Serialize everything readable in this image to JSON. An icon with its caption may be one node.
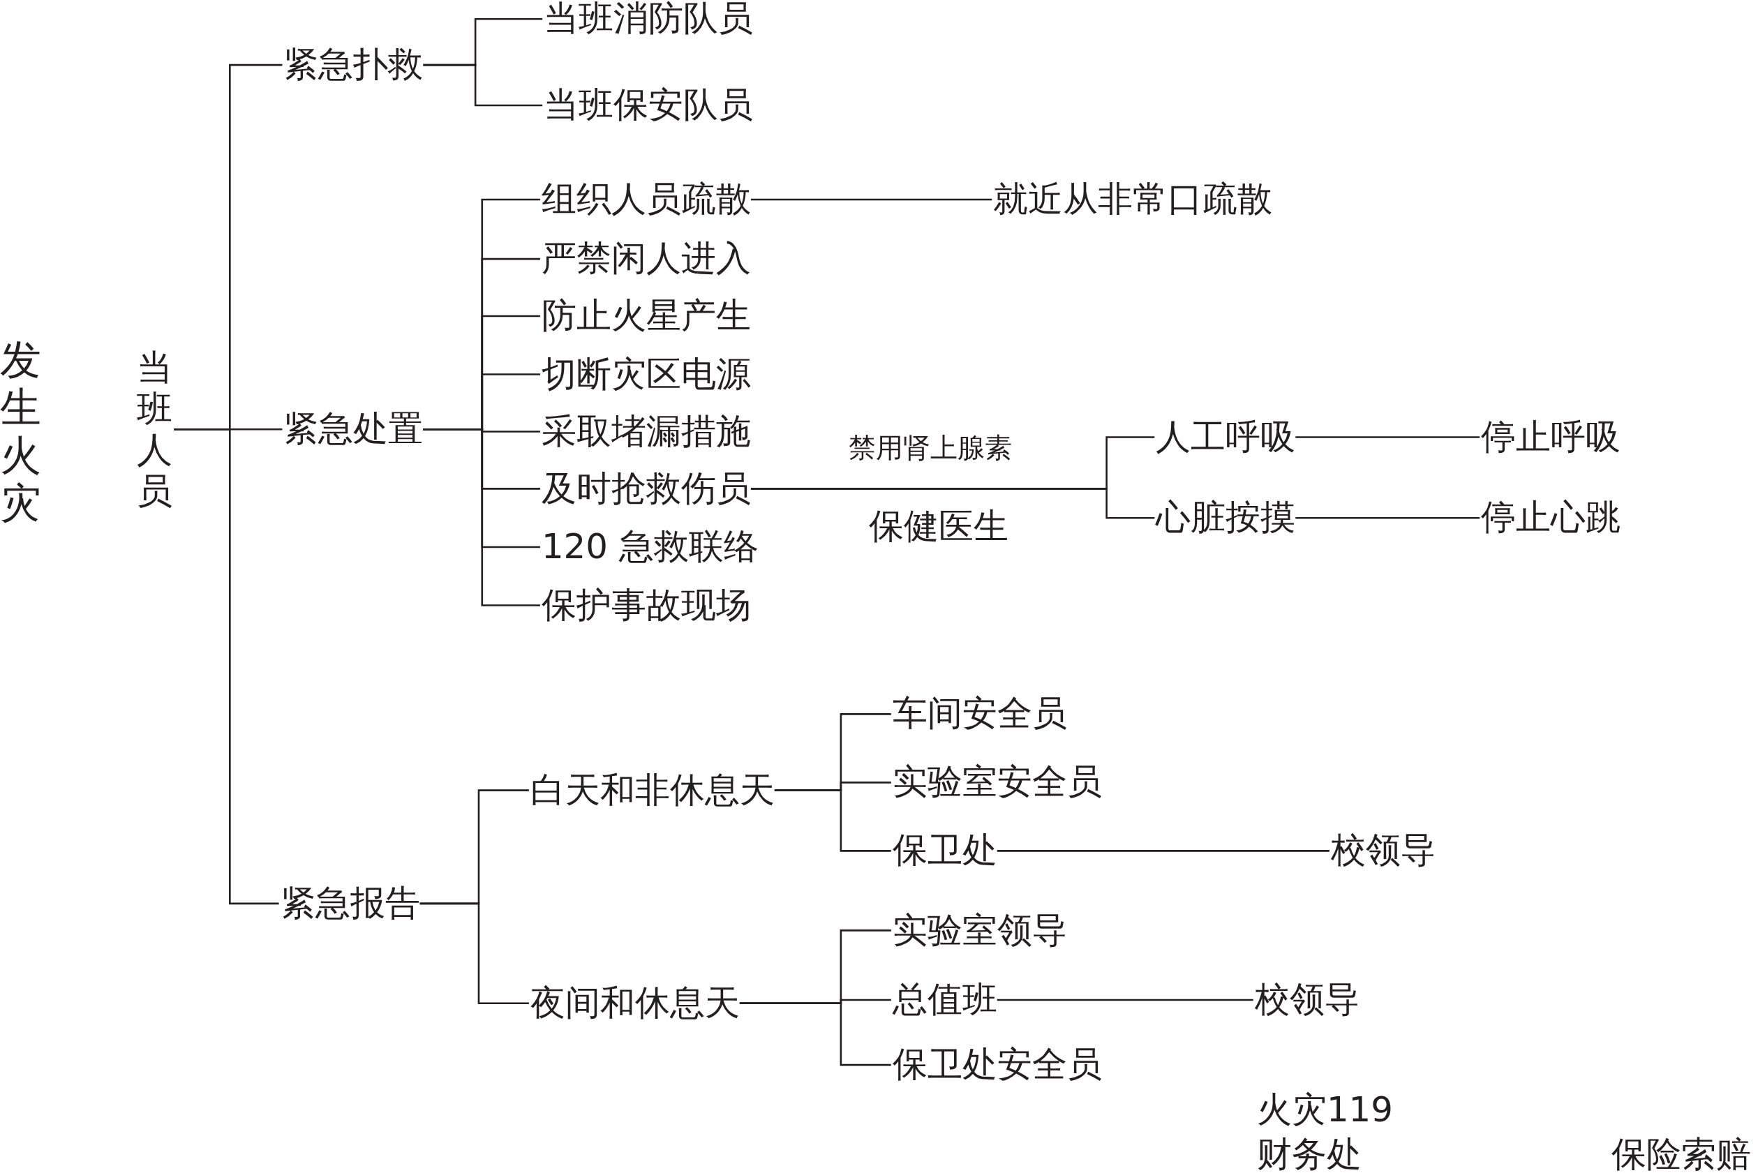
{
  "diagram": {
    "nodes": [
      {
        "text": [
          "发生火灾"
        ]
      },
      {
        "text": [
          "当班人员"
        ]
      },
      {
        "text": [
          "紧急扑救"
        ]
      },
      {
        "text": [
          "当班消防队员"
        ]
      },
      {
        "text": [
          "当班保安队员"
        ]
      },
      {
        "text": [
          "紧急处置"
        ]
      },
      {
        "text": [
          "组织人员疏散"
        ]
      },
      {
        "text": [
          "就近从非常口疏散"
        ]
      },
      {
        "text": [
          "严禁闲人进入"
        ]
      },
      {
        "text": [
          "防止火星产生"
        ]
      },
      {
        "text": [
          "切断灾区电源"
        ]
      },
      {
        "text": [
          "采取堵漏措施"
        ]
      },
      {
        "text": [
          "及时抢救伤员"
        ]
      },
      {
        "text": [
          "120 急救联络"
        ]
      },
      {
        "text": [
          "保护事故现场"
        ]
      },
      {
        "text": [
          "人工呼吸"
        ]
      },
      {
        "text": [
          "停止呼吸"
        ]
      },
      {
        "text": [
          "心脏按摸"
        ]
      },
      {
        "text": [
          "停止心跳"
        ]
      },
      {
        "text": [
          "紧急报告"
        ]
      },
      {
        "text": [
          "白天和非休息天"
        ]
      },
      {
        "text": [
          "车间安全员"
        ]
      },
      {
        "text": [
          "实验室安全员"
        ]
      },
      {
        "text": [
          "保卫处"
        ]
      },
      {
        "text": [
          "校领导"
        ]
      },
      {
        "text": [
          "夜间和休息天"
        ]
      },
      {
        "text": [
          "实验室领导"
        ]
      },
      {
        "text": [
          "总值班"
        ]
      },
      {
        "text": [
          "校领导"
        ]
      },
      {
        "text": [
          "保卫处安全员"
        ]
      }
    ],
    "edges": [
      {
        "from": 1,
        "to": 2,
        "arrow": "none"
      },
      {
        "from": 1,
        "to": 5,
        "arrow": "none"
      },
      {
        "from": 1,
        "to": 19,
        "arrow": "none"
      },
      {
        "from": 2,
        "to": 3,
        "arrow": "none"
      },
      {
        "from": 2,
        "to": 4,
        "arrow": "none"
      },
      {
        "from": 5,
        "to": 6,
        "arrow": "none"
      },
      {
        "from": 5,
        "to": 8,
        "arrow": "none"
      },
      {
        "from": 5,
        "to": 9,
        "arrow": "none"
      },
      {
        "from": 5,
        "to": 10,
        "arrow": "none"
      },
      {
        "from": 5,
        "to": 11,
        "arrow": "none"
      },
      {
        "from": 5,
        "to": 12,
        "arrow": "none"
      },
      {
        "from": 5,
        "to": 13,
        "arrow": "none"
      },
      {
        "from": 5,
        "to": 14,
        "arrow": "none"
      },
      {
        "from": 6,
        "to": 7,
        "arrow": "none"
      },
      {
        "from": 12,
        "to": 15,
        "arrow": "none"
      },
      {
        "from": 12,
        "to": 17,
        "arrow": "none"
      },
      {
        "from": 15,
        "to": 16,
        "arrow": "none"
      },
      {
        "from": 17,
        "to": 18,
        "arrow": "none"
      },
      {
        "from": 19,
        "to": 20,
        "arrow": "none"
      },
      {
        "from": 19,
        "to": 25,
        "arrow": "none"
      },
      {
        "from": 20,
        "to": 21,
        "arrow": "none"
      },
      {
        "from": 20,
        "to": 22,
        "arrow": "none"
      },
      {
        "from": 20,
        "to": 23,
        "arrow": "none"
      },
      {
        "from": 23,
        "to": 24,
        "arrow": "none"
      },
      {
        "from": 25,
        "to": 26,
        "arrow": "none"
      },
      {
        "from": 25,
        "to": 27,
        "arrow": "none"
      },
      {
        "from": 25,
        "to": 29,
        "arrow": "none"
      },
      {
        "from": 27,
        "to": 28,
        "arrow": "none"
      }
    ],
    "labels": [
      "禁用肾上腺素",
      "保健医生",
      "火灾119",
      "财务处",
      "保险索赔"
    ]
  }
}
